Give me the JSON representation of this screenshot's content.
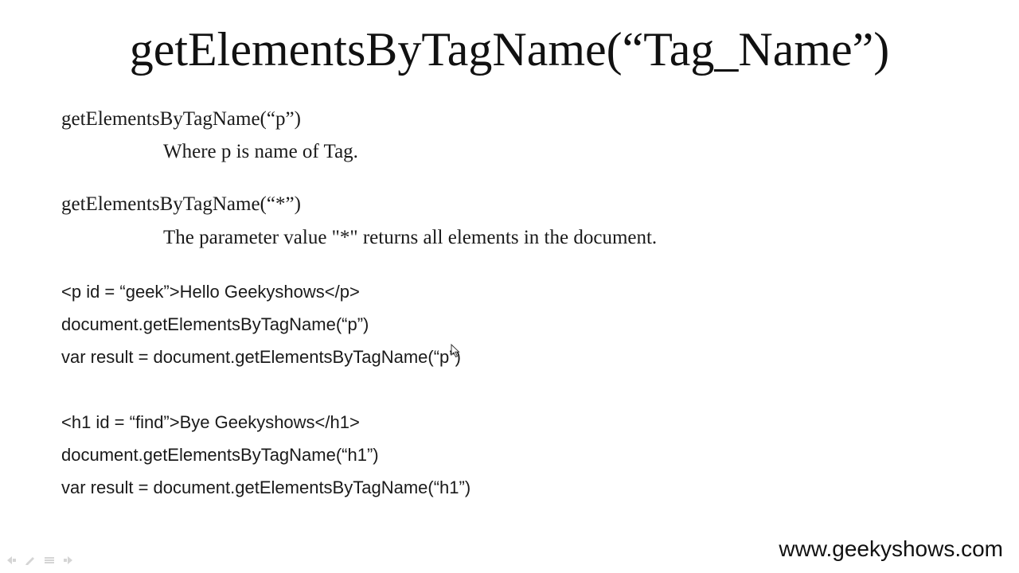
{
  "slide": {
    "title": "getElementsByTagName(“Tag_Name”)",
    "sections": [
      {
        "syntax": "getElementsByTagName(“p”)",
        "description": "Where p is name of Tag."
      },
      {
        "syntax": "getElementsByTagName(“*”)",
        "description": "The parameter value \"*\" returns all elements in the document."
      }
    ],
    "example1": {
      "line1": "<p id = “geek”>Hello Geekyshows</p>",
      "line2": "document.getElementsByTagName(“p”)",
      "line3": "var result = document.getElementsByTagName(“p”)"
    },
    "example2": {
      "line1": "<h1 id = “find”>Bye Geekyshows</h1>",
      "line2": "document.getElementsByTagName(“h1”)",
      "line3": "var result = document.getElementsByTagName(“h1”)"
    },
    "footer_url": "www.geekyshows.com"
  },
  "icons": {
    "cursor": "mouse-pointer-icon",
    "nav": [
      "previous-slide-icon",
      "pen-icon",
      "menu-icon",
      "next-slide-icon"
    ]
  }
}
